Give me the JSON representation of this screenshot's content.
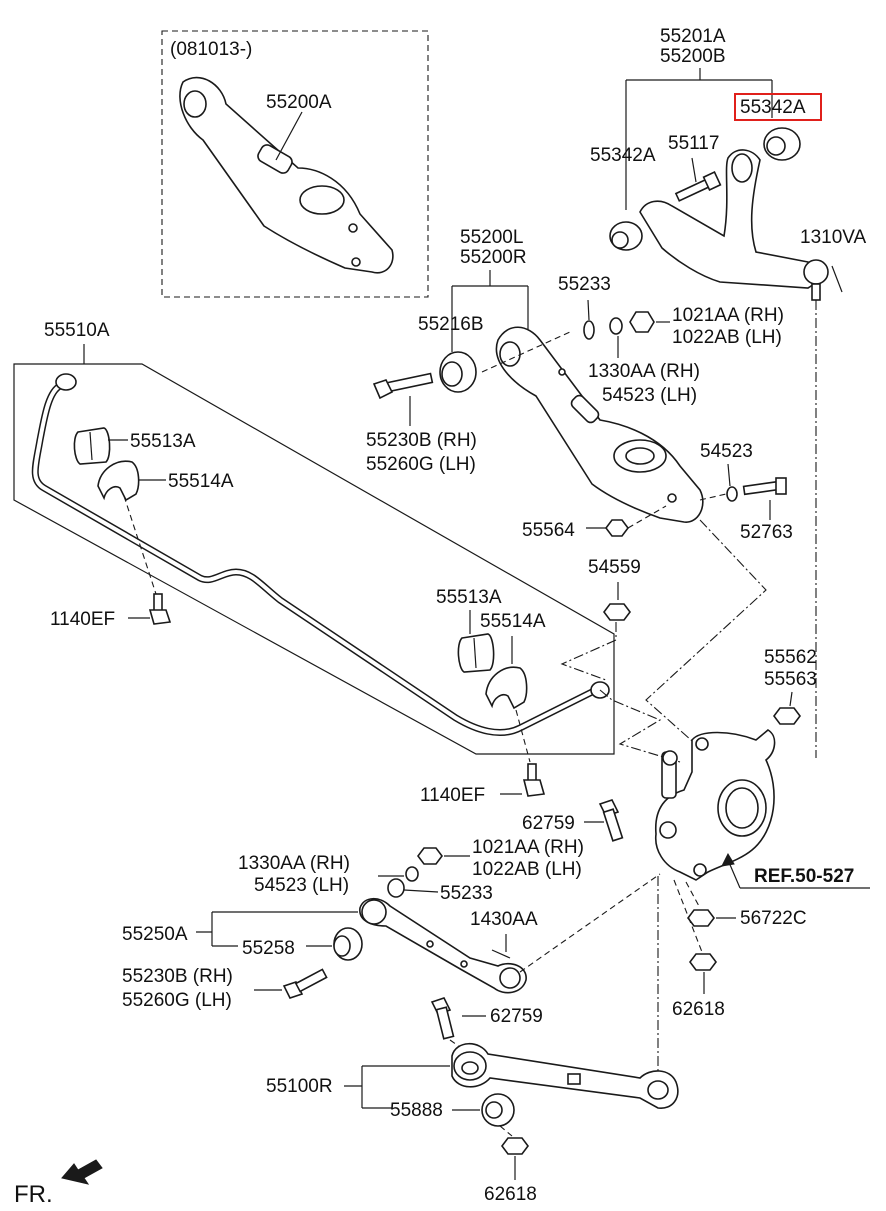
{
  "diagram": {
    "highlight_color": "#e0201b",
    "labels": {
      "l_081013": "(081013-)",
      "l_55200A": "55200A",
      "l_55201A": "55201A",
      "l_55200B": "55200B",
      "l_55342A_hl": "55342A",
      "l_55342A": "55342A",
      "l_55117": "55117",
      "l_1310VA": "1310VA",
      "l_55200L": "55200L",
      "l_55200R": "55200R",
      "l_55233_top": "55233",
      "l_1021AA_top": "1021AA (RH)",
      "l_1022AB_top": "1022AB (LH)",
      "l_55216B": "55216B",
      "l_1330AA_top": "1330AA (RH)",
      "l_54523_top": "54523 (LH)",
      "l_55510A": "55510A",
      "l_55230B_top": "55230B (RH)",
      "l_55260G_top": "55260G (LH)",
      "l_55513A_top": "55513A",
      "l_55514A_top": "55514A",
      "l_54523_mid": "54523",
      "l_52763": "52763",
      "l_55564": "55564",
      "l_54559": "54559",
      "l_1140EF_top": "1140EF",
      "l_55513A_mid": "55513A",
      "l_55514A_mid": "55514A",
      "l_55562": "55562",
      "l_55563": "55563",
      "l_1140EF_mid": "1140EF",
      "l_62759_top": "62759",
      "l_1021AA_bot": "1021AA (RH)",
      "l_1022AB_bot": "1022AB (LH)",
      "l_1330AA_bot": "1330AA (RH)",
      "l_54523_bot": "54523 (LH)",
      "l_55233_bot": "55233",
      "l_ref": "REF.50-527",
      "l_55250A": "55250A",
      "l_56722C": "56722C",
      "l_1430AA": "1430AA",
      "l_55258": "55258",
      "l_55230B_bot": "55230B (RH)",
      "l_55260G_bot": "55260G (LH)",
      "l_62618_top": "62618",
      "l_62759_bot": "62759",
      "l_55100R": "55100R",
      "l_55888": "55888",
      "l_62618_bot": "62618",
      "l_fr": "FR."
    }
  }
}
